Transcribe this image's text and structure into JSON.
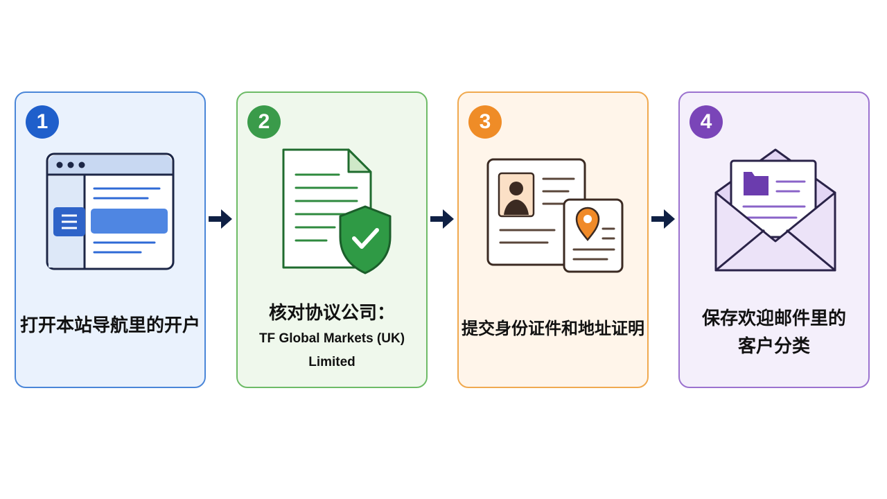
{
  "colors": {
    "arrow": "#0f2044",
    "ink": "#1c2646"
  },
  "steps": [
    {
      "number": "1",
      "text": "打开本站导航里的开户",
      "color": "#1f5fcb",
      "bg": "#eaf2fd",
      "border": "#4a86d8",
      "icon": "browser-window-icon"
    },
    {
      "number": "2",
      "text": "核对协议公司：",
      "subtext": "TF Global Markets (UK) Limited",
      "color": "#3a9b4a",
      "bg": "#eff8ec",
      "border": "#6dbb66",
      "icon": "agreement-shield-check-icon"
    },
    {
      "number": "3",
      "text": "提交身份证件和地址证明",
      "color": "#ef8c27",
      "bg": "#fff5ea",
      "border": "#f0a94f",
      "icon": "id-card-location-icon"
    },
    {
      "number": "4",
      "text": "保存欢迎邮件里的",
      "text2": "客户分类",
      "color": "#7a45b8",
      "bg": "#f4effb",
      "border": "#9b72cf",
      "icon": "welcome-envelope-icon"
    }
  ]
}
